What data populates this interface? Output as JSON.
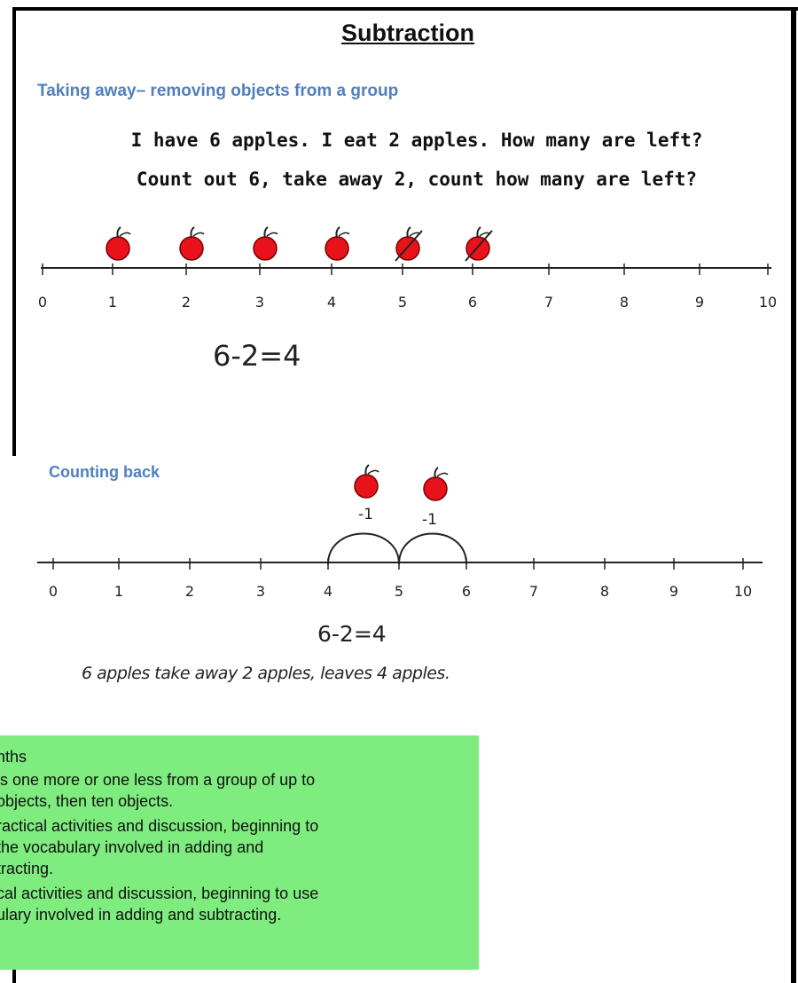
{
  "title": "Subtraction",
  "section1": {
    "heading": "Taking away– removing objects from a group",
    "question_line1": "I have 6 apples. I eat 2 apples. How many are left?",
    "question_line2": "Count out 6, take away 2, count how many are left?",
    "equation": "6-2=4",
    "apples_total": 6,
    "apples_crossed_out": [
      5,
      6
    ]
  },
  "number_line_labels": [
    "0",
    "1",
    "2",
    "3",
    "4",
    "5",
    "6",
    "7",
    "8",
    "9",
    "10"
  ],
  "section2": {
    "heading": "Counting back",
    "jump_label_1": "-1",
    "jump_label_2": "-1",
    "equation": "6-2=4",
    "sentence": "6 apples take away 2 apples, leaves 4 apples."
  },
  "note": {
    "lines": [
      "nths",
      "ls one more or one less from a group of up to",
      "objects, then ten objects.",
      "ractical activities and discussion, beginning to",
      " the vocabulary involved in adding and",
      "tracting.",
      "cal activities and discussion, beginning to use",
      "ulary involved in adding and subtracting."
    ]
  },
  "colors": {
    "apple": "#e8121b",
    "heading_blue": "#4f80bd",
    "note_bg": "#7fec7f"
  }
}
